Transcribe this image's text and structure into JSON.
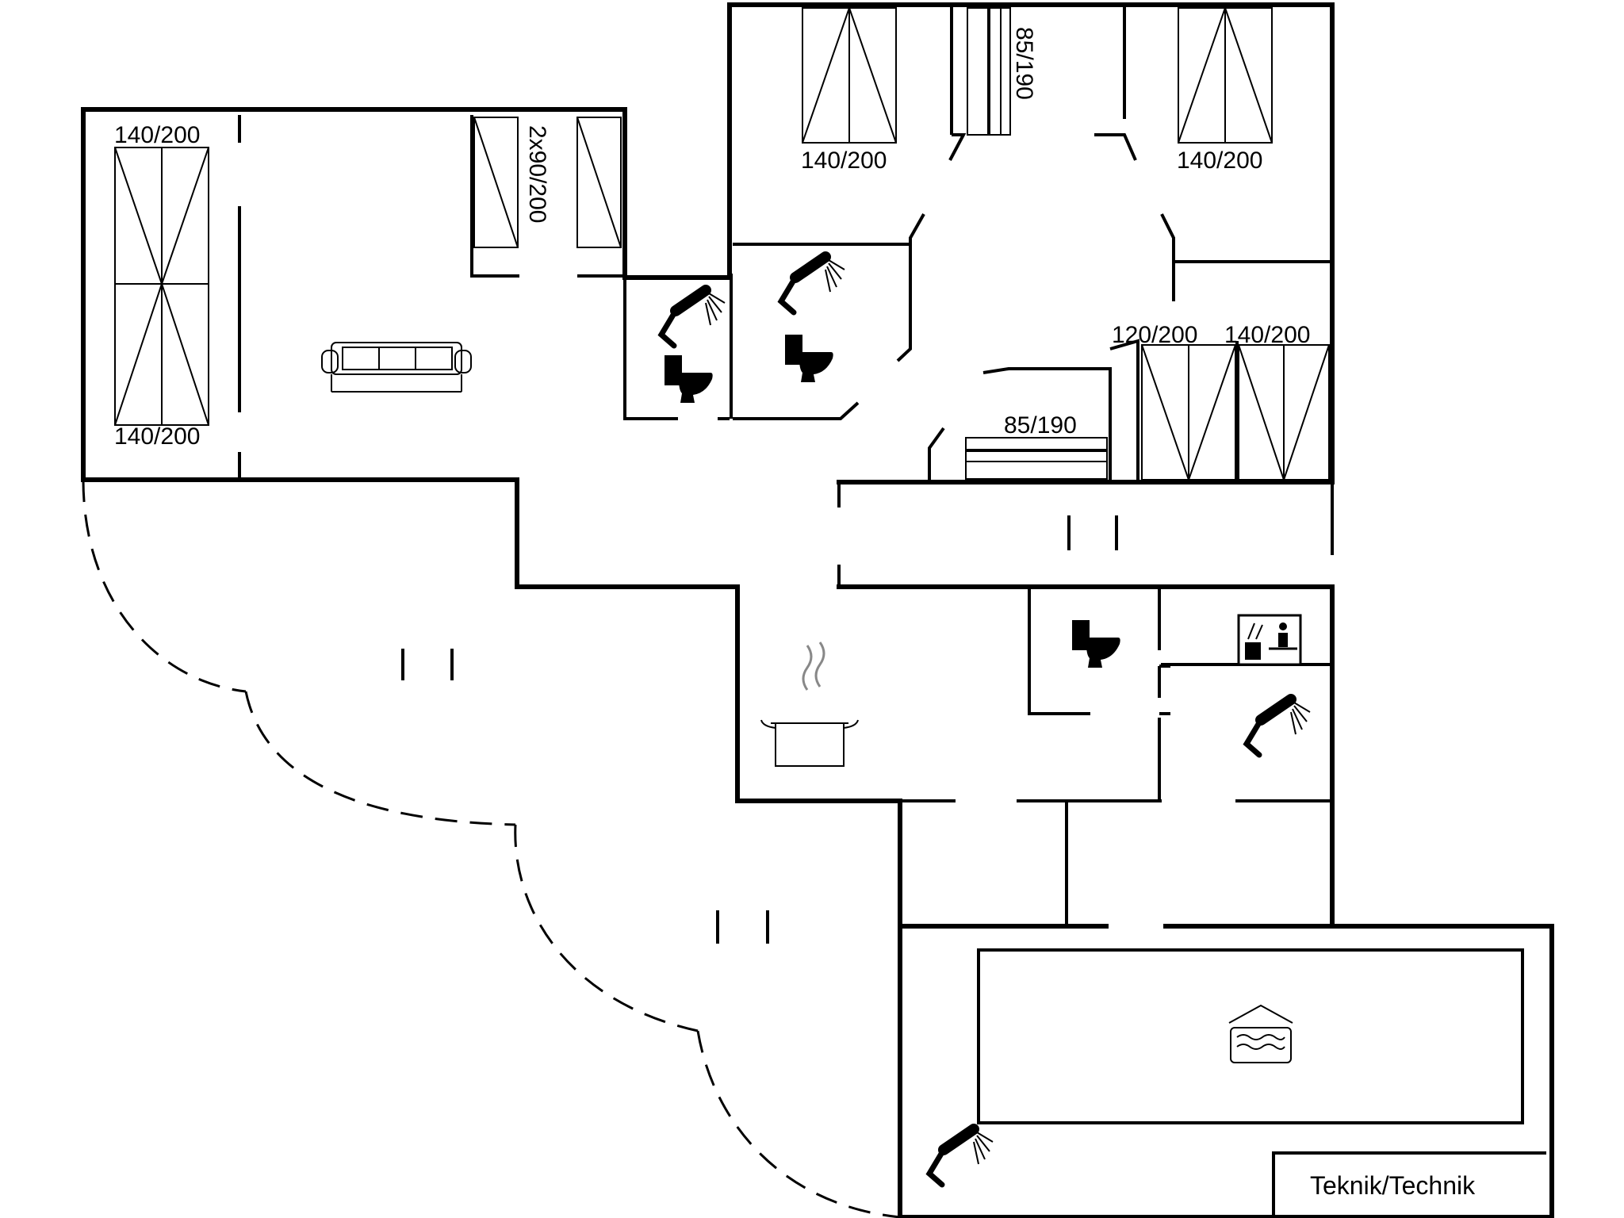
{
  "beds": {
    "left_top": "140/200",
    "left_bottom": "140/200",
    "left_twin": "2x90/200",
    "top_left": "140/200",
    "top_right": "140/200",
    "top_bunk": "85/190",
    "right_a": "120/200",
    "right_b": "140/200",
    "lower_bunk": "85/190"
  },
  "rooms": {
    "technik": "Teknik/Technik"
  }
}
